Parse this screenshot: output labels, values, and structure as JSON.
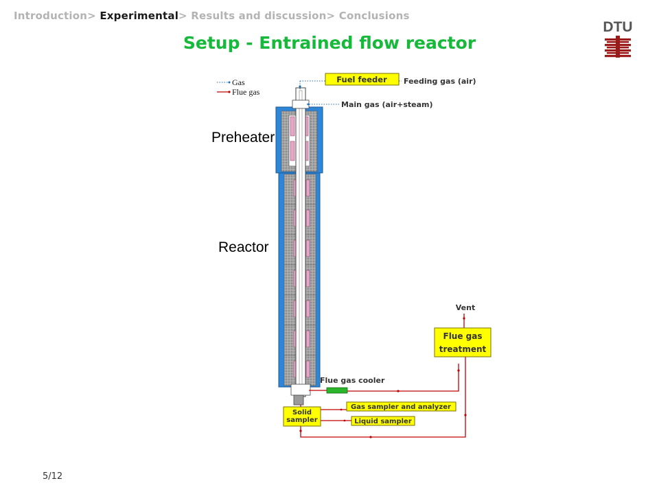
{
  "breadcrumb": {
    "intro": "Introduction>",
    "experimental": "Experimental",
    "results": "> Results and discussion>",
    "conclusions": "Conclusions"
  },
  "title": "Setup - Entrained flow reactor",
  "logo": {
    "text": "DTU",
    "color": "#9b1b1b"
  },
  "page_number": "5/12",
  "legend": {
    "gas": "Gas",
    "flue_gas": "Flue gas"
  },
  "labels": {
    "preheater": "Preheater",
    "reactor": "Reactor",
    "fuel_feeder": "Fuel feeder",
    "feeding_gas": "Feeding gas (air)",
    "main_gas": "Main gas (air+steam)",
    "vent": "Vent",
    "flue_gas_treatment_1": "Flue gas",
    "flue_gas_treatment_2": "treatment",
    "flue_gas_cooler": "Flue gas cooler",
    "solid_sampler_1": "Solid",
    "solid_sampler_2": "sampler",
    "gas_sampler": "Gas sampler and analyzer",
    "liquid_sampler": "Liquid sampler"
  },
  "colors": {
    "title_green": "#16b93a",
    "jacket_blue": "#2f86d6",
    "insulation_gray": "#9a9a9a",
    "heater_pink": "#e7a6c8",
    "box_yellow": "#ffff00",
    "flue_line_red": "#c00000",
    "gas_line_blue": "#1a6fb8",
    "cooler_green": "#2bb52b"
  }
}
